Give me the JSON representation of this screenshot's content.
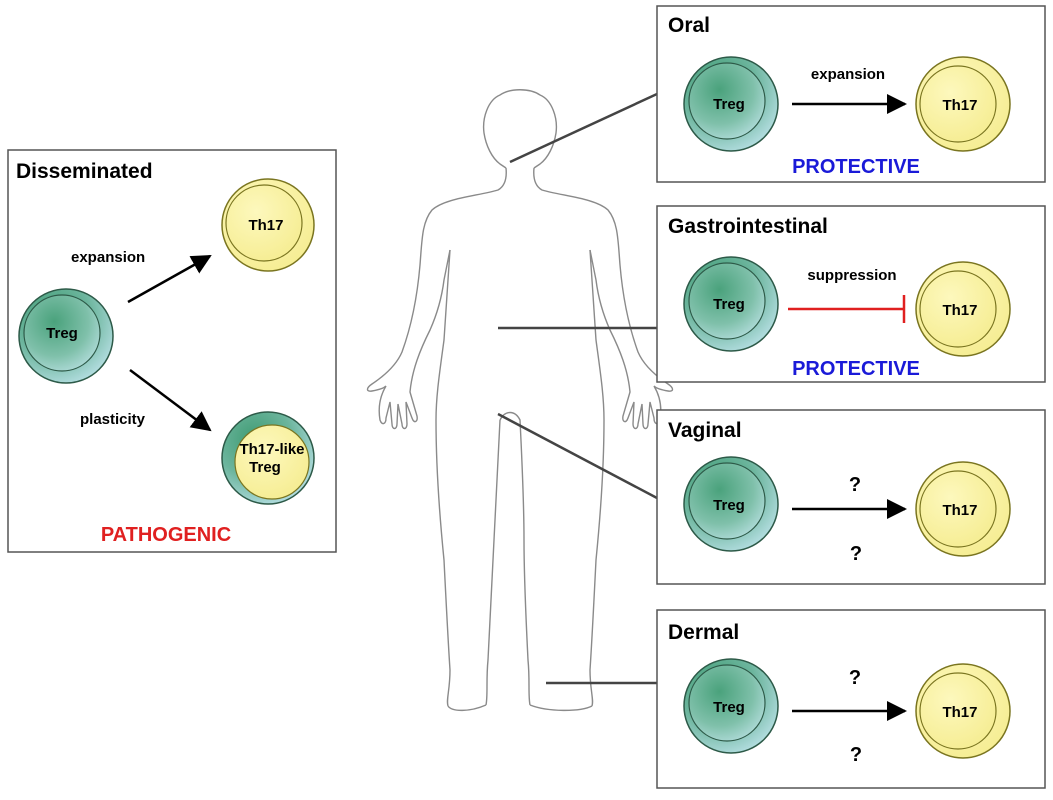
{
  "colors": {
    "protective": "#1a1ad8",
    "pathogenic": "#e02020",
    "suppression": "#e02020",
    "arrow": "#000000",
    "treg_fill_outer": "#5aa98a",
    "treg_fill_inner": "#a8d8d0",
    "th17_fill": "#fbf5a8",
    "panel_border": "#444444",
    "body_outline": "#888888"
  },
  "disseminated": {
    "title": "Disseminated",
    "source_cell": "Treg",
    "top_label": "expansion",
    "top_target": "Th17",
    "bottom_label": "plasticity",
    "bottom_target_line1": "Th17-like",
    "bottom_target_line2": "Treg",
    "outcome": "PATHOGENIC"
  },
  "oral": {
    "title": "Oral",
    "source_cell": "Treg",
    "arrow_label": "expansion",
    "target_cell": "Th17",
    "outcome": "PROTECTIVE"
  },
  "gastrointestinal": {
    "title": "Gastrointestinal",
    "source_cell": "Treg",
    "arrow_label": "suppression",
    "target_cell": "Th17",
    "outcome": "PROTECTIVE"
  },
  "vaginal": {
    "title": "Vaginal",
    "source_cell": "Treg",
    "label_above": "?",
    "label_below": "?",
    "target_cell": "Th17"
  },
  "dermal": {
    "title": "Dermal",
    "source_cell": "Treg",
    "label_above": "?",
    "label_below": "?",
    "target_cell": "Th17"
  }
}
